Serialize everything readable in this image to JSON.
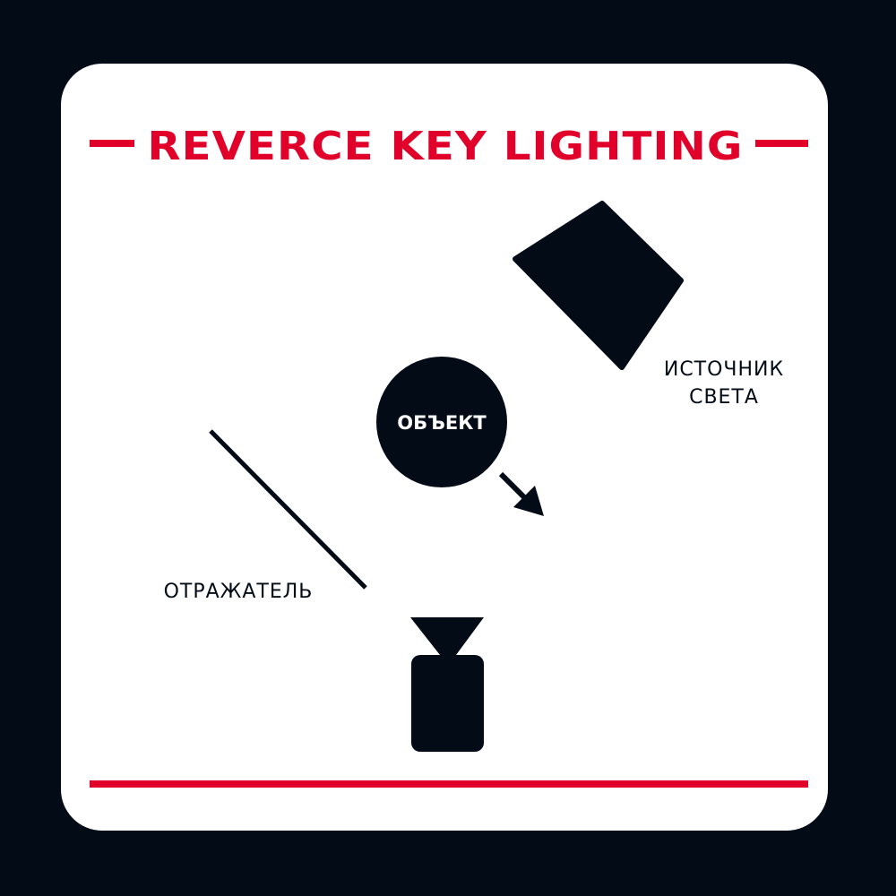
{
  "title": "REVERCE KEY LIGHTING",
  "labels": {
    "light_source_line1": "ИСТОЧНИК",
    "light_source_line2": "СВЕТА",
    "object": "ОБЪЕКТ",
    "reflector": "ОТРАЖАТЕЛЬ"
  },
  "colors": {
    "background": "#020b16",
    "card": "#ffffff",
    "accent": "#e0002a",
    "ink": "#020b16"
  },
  "icons": {
    "light_source": "softbox-icon",
    "camera": "camera-icon",
    "arrow": "arrow-icon"
  }
}
